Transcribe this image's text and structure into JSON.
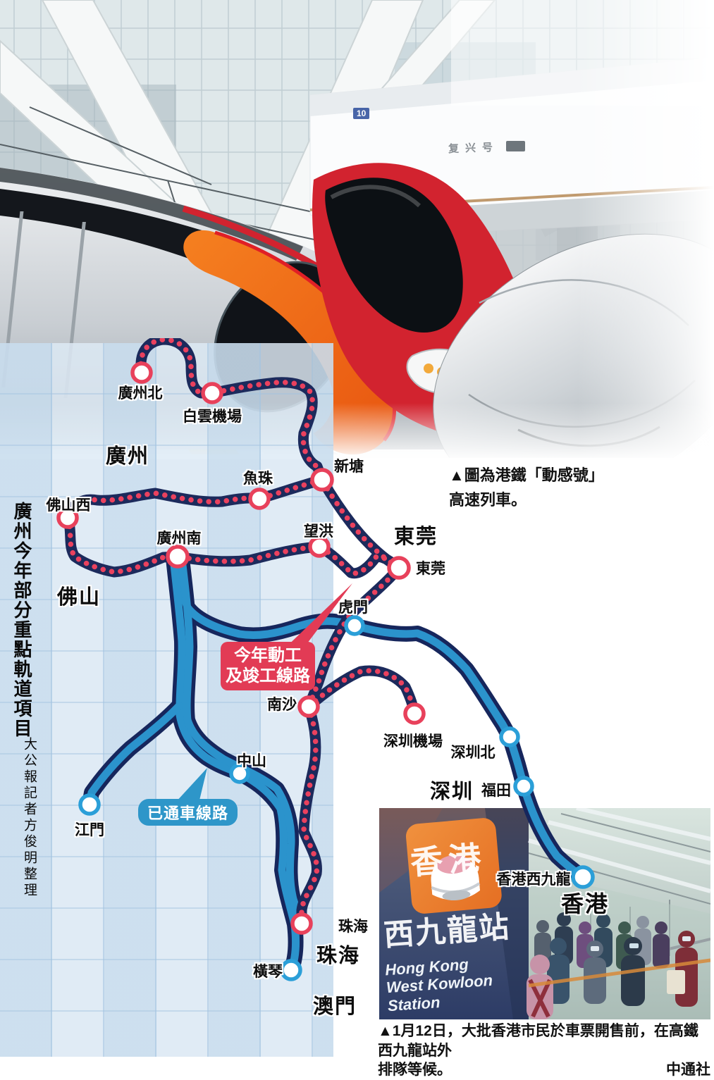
{
  "top_photo": {
    "bg_train_label": "复兴号",
    "platform_number": "10",
    "caption": {
      "line1": "▲圖為港鐵「動感號」",
      "line2": "高速列車。"
    }
  },
  "map": {
    "title": "廣州今年部分重點軌道項目",
    "byline": "大公報記者方俊明整理",
    "callouts": {
      "construction": {
        "line1": "今年動工",
        "line2": "及竣工線路"
      },
      "opened": {
        "label": "已通車線路"
      }
    },
    "legend_colors": {
      "construction_dots": "#ea415e",
      "opened_line": "#2b93cc",
      "line_outline": "#1b2a5c",
      "callout_red": "#e23b55",
      "callout_blue": "#2e96c9",
      "panel_blue": "#d9e7f3"
    },
    "regions": [
      {
        "name": "廣州"
      },
      {
        "name": "佛山"
      },
      {
        "name": "東莞"
      },
      {
        "name": "深圳"
      },
      {
        "name": "珠海"
      },
      {
        "name": "澳門"
      },
      {
        "name": "香港"
      }
    ],
    "stations": [
      {
        "name": "廣州北",
        "status": "construction"
      },
      {
        "name": "白雲機場",
        "status": "construction"
      },
      {
        "name": "魚珠",
        "status": "construction"
      },
      {
        "name": "新塘",
        "status": "construction"
      },
      {
        "name": "佛山西",
        "status": "construction"
      },
      {
        "name": "廣州南",
        "status": "construction"
      },
      {
        "name": "望洪",
        "status": "construction"
      },
      {
        "name": "東莞",
        "status": "construction"
      },
      {
        "name": "虎門",
        "status": "opened"
      },
      {
        "name": "南沙",
        "status": "construction"
      },
      {
        "name": "深圳機場",
        "status": "construction"
      },
      {
        "name": "深圳北",
        "status": "opened"
      },
      {
        "name": "福田",
        "status": "opened"
      },
      {
        "name": "中山",
        "status": "opened"
      },
      {
        "name": "江門",
        "status": "opened"
      },
      {
        "name": "珠海",
        "status": "construction"
      },
      {
        "name": "橫琴",
        "status": "opened"
      },
      {
        "name": "香港西九龍",
        "status": "opened"
      }
    ]
  },
  "bottom_photo": {
    "sign": {
      "cn_line1": "香港",
      "cn_line2": "西九龍站",
      "en_line1": "Hong Kong",
      "en_line2": "West Kowloon",
      "en_line3": "Station"
    },
    "station_label": "香港西九龍",
    "region_label": "香港",
    "caption": {
      "line1": "▲1月12日，大批香港市民於車票開售前，在高鐵西九龍站外",
      "line2": "排隊等候。",
      "credit": "中通社"
    }
  }
}
